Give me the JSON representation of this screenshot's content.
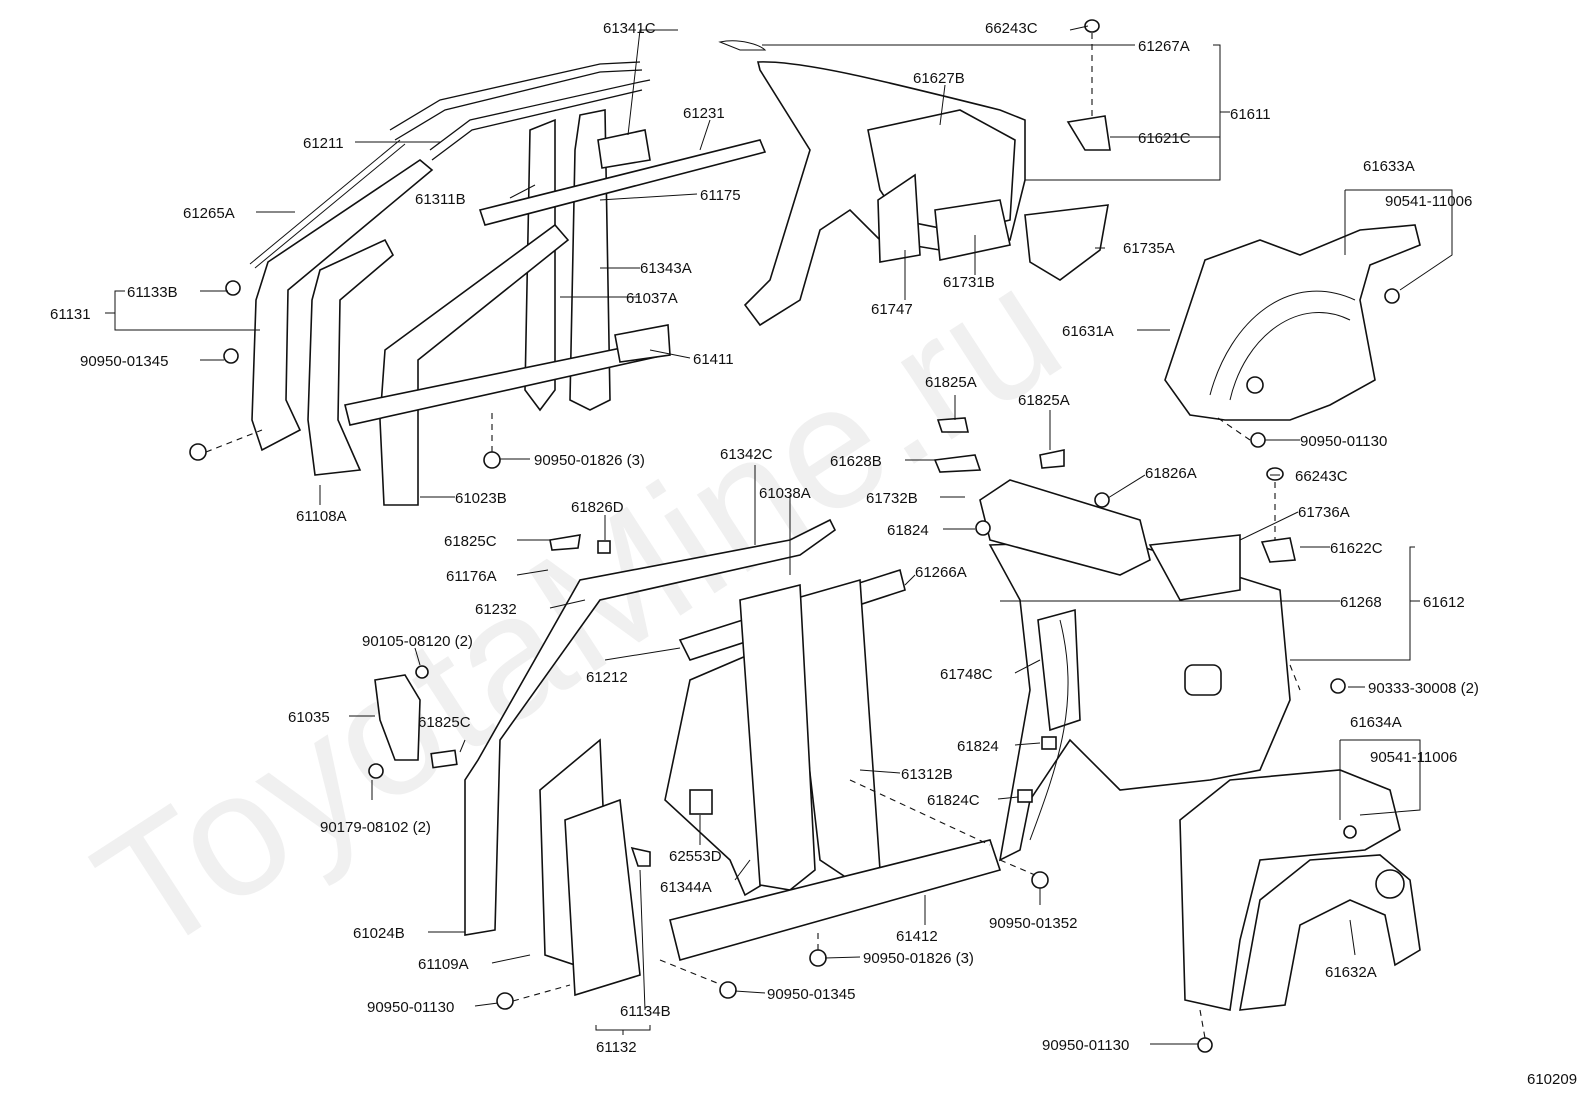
{
  "watermark": "ToyotaMine.ru",
  "diagram_code": "610209",
  "labels": [
    "61341C",
    "66243C",
    "61267A",
    "61231",
    "61627B",
    "61611",
    "61211",
    "61621C",
    "61311B",
    "61175",
    "61265A",
    "61343A",
    "61037A",
    "61747",
    "61731B",
    "61735A",
    "61633A",
    "90541-11006",
    "61133B",
    "61131",
    "61411",
    "61631A",
    "90950-01345",
    "90950-01826 (3)",
    "90950-01130",
    "61023B",
    "61108A",
    "61825A",
    "61825A",
    "61342C",
    "61628B",
    "61826A",
    "61826D",
    "61038A",
    "61732B",
    "66243C",
    "61825C",
    "61824",
    "61736A",
    "61176A",
    "61266A",
    "61622C",
    "61232",
    "61268",
    "61612",
    "90105-08120 (2)",
    "61212",
    "61748C",
    "90333-30008 (2)",
    "61035",
    "61825C",
    "61634A",
    "90541-11006",
    "61824",
    "61312B",
    "90179-08102 (2)",
    "61824C",
    "62553D",
    "61344A",
    "90950-01352",
    "61024B",
    "61412",
    "61632A",
    "61109A",
    "90950-01826 (3)",
    "90950-01130",
    "90950-01345",
    "61134B",
    "90950-01130",
    "61132"
  ]
}
